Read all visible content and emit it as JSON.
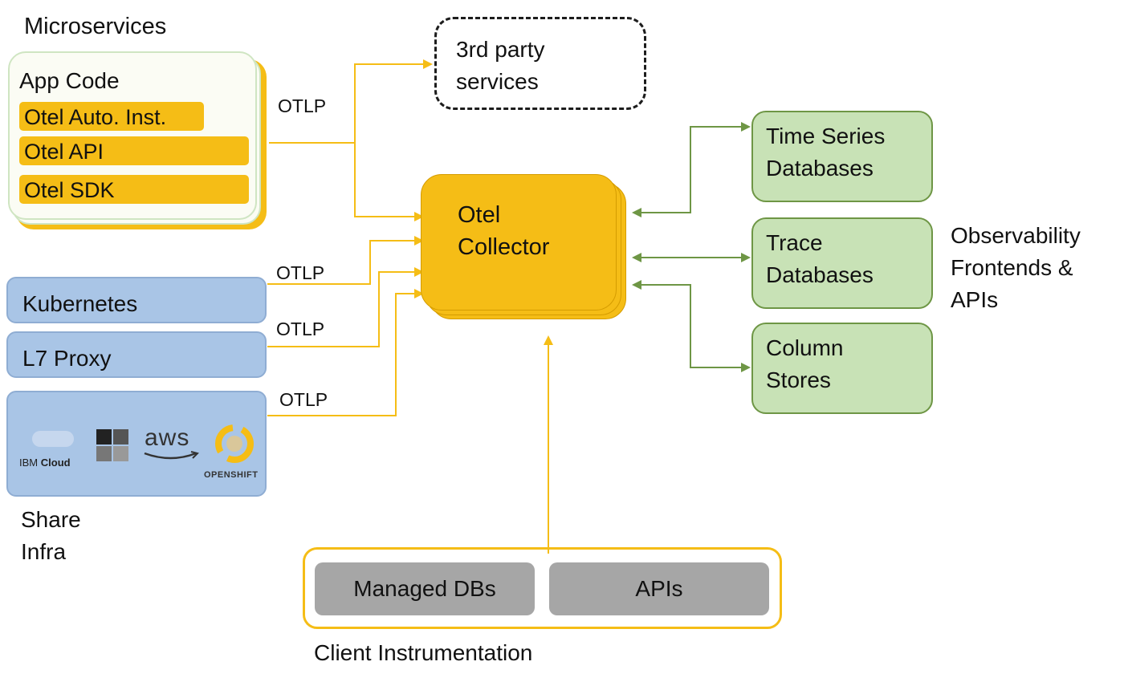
{
  "microservices": {
    "title": "Microservices",
    "app_code": "App Code",
    "layers": [
      "Otel Auto. Inst.",
      "Otel API",
      "Otel SDK"
    ]
  },
  "third_party": [
    "3rd party",
    "services"
  ],
  "protocol_labels": [
    "OTLP",
    "OTLP",
    "OTLP",
    "OTLP"
  ],
  "collector": [
    "Otel",
    "Collector"
  ],
  "infra": {
    "kubernetes": "Kubernetes",
    "l7_proxy": "L7 Proxy",
    "cloud_logos": {
      "ibm": "IBM Cloud",
      "ibm_prefix": "IBM",
      "ibm_suffix": "Cloud",
      "aws": "aws",
      "openshift": "OPENSHIFT"
    },
    "caption": [
      "Share",
      "Infra"
    ]
  },
  "stores": [
    [
      "Time Series",
      "Databases"
    ],
    [
      "Trace",
      "Databases"
    ],
    [
      "Column",
      "Stores"
    ]
  ],
  "frontends": [
    "Observability",
    "Frontends &",
    "APIs"
  ],
  "client": {
    "items": [
      "Managed DBs",
      "APIs"
    ],
    "caption": "Client Instrumentation"
  },
  "colors": {
    "otel_yellow": "#f5bd16",
    "infra_blue": "#a9c5e6",
    "store_green": "#c8e2b6",
    "store_border": "#6e9645",
    "client_grey": "#a6a6a6"
  }
}
